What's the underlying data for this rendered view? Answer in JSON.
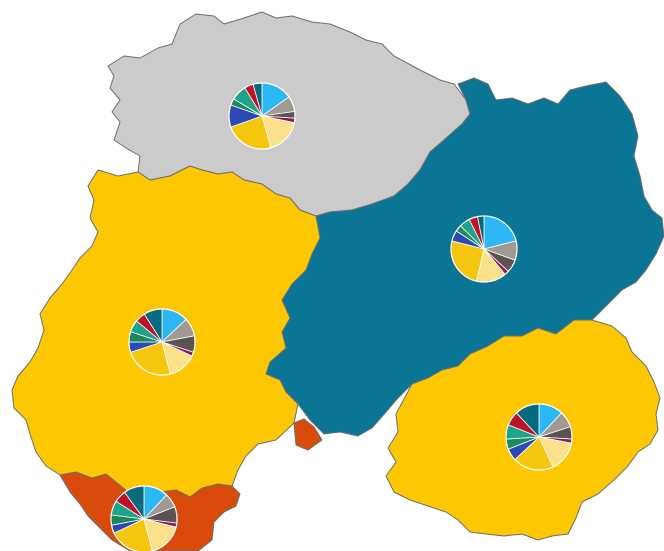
{
  "colors": {
    "gray_region": "#cbcbcb",
    "teal_region": "#0b7596",
    "gold_region": "#fdc702",
    "orange_region": "#d94b0b",
    "border": "#6e6e6e"
  },
  "regions": [
    {
      "id": "north",
      "name": "",
      "fill": "#cbcbcb"
    },
    {
      "id": "east",
      "name": "",
      "fill": "#0b7596"
    },
    {
      "id": "west",
      "name": "",
      "fill": "#fdc702"
    },
    {
      "id": "southeast",
      "name": "",
      "fill": "#fdc702"
    },
    {
      "id": "south",
      "name": "",
      "fill": "#d94b0b"
    }
  ],
  "pies": [
    {
      "id": "pie-north",
      "region": "north",
      "slices": [
        {
          "value": 14,
          "color": "#2db7f5"
        },
        {
          "value": 7,
          "color": "#a09a93"
        },
        {
          "value": 3,
          "color": "#5a5352"
        },
        {
          "value": 2,
          "color": "#8b1a5a"
        },
        {
          "value": 16,
          "color": "#fde08a"
        },
        {
          "value": 22,
          "color": "#f4c60e"
        },
        {
          "value": 10,
          "color": "#2b4ab5"
        },
        {
          "value": 3,
          "color": "#1b8a5b"
        },
        {
          "value": 7,
          "color": "#1fa38a"
        },
        {
          "value": 4,
          "color": "#c0112a"
        },
        {
          "value": 4,
          "color": "#066b7f"
        }
      ]
    },
    {
      "id": "pie-east",
      "region": "east",
      "slices": [
        {
          "value": 20,
          "color": "#2db7f5"
        },
        {
          "value": 9,
          "color": "#a09a93"
        },
        {
          "value": 6,
          "color": "#5a5352"
        },
        {
          "value": 2,
          "color": "#8b1a5a"
        },
        {
          "value": 14,
          "color": "#fde08a"
        },
        {
          "value": 24,
          "color": "#f4c60e"
        },
        {
          "value": 5,
          "color": "#2b4ab5"
        },
        {
          "value": 3,
          "color": "#1b8a5b"
        },
        {
          "value": 5,
          "color": "#1fa38a"
        },
        {
          "value": 4,
          "color": "#c0112a"
        },
        {
          "value": 3,
          "color": "#066b7f"
        }
      ]
    },
    {
      "id": "pie-west",
      "region": "west",
      "slices": [
        {
          "value": 13,
          "color": "#2db7f5"
        },
        {
          "value": 9,
          "color": "#a09a93"
        },
        {
          "value": 8,
          "color": "#5a5352"
        },
        {
          "value": 2,
          "color": "#8b1a5a"
        },
        {
          "value": 14,
          "color": "#fde08a"
        },
        {
          "value": 24,
          "color": "#f4c60e"
        },
        {
          "value": 5,
          "color": "#2b4ab5"
        },
        {
          "value": 5,
          "color": "#1b8a5b"
        },
        {
          "value": 6,
          "color": "#1fa38a"
        },
        {
          "value": 5,
          "color": "#c0112a"
        },
        {
          "value": 9,
          "color": "#066b7f"
        }
      ]
    },
    {
      "id": "pie-southeast",
      "region": "southeast",
      "slices": [
        {
          "value": 12,
          "color": "#2db7f5"
        },
        {
          "value": 8,
          "color": "#a09a93"
        },
        {
          "value": 6,
          "color": "#5a5352"
        },
        {
          "value": 2,
          "color": "#8b1a5a"
        },
        {
          "value": 15,
          "color": "#fde08a"
        },
        {
          "value": 20,
          "color": "#f4c60e"
        },
        {
          "value": 6,
          "color": "#2b4ab5"
        },
        {
          "value": 5,
          "color": "#1b8a5b"
        },
        {
          "value": 7,
          "color": "#1fa38a"
        },
        {
          "value": 7,
          "color": "#c0112a"
        },
        {
          "value": 12,
          "color": "#066b7f"
        }
      ]
    },
    {
      "id": "pie-south",
      "region": "south",
      "slices": [
        {
          "value": 12,
          "color": "#2db7f5"
        },
        {
          "value": 7,
          "color": "#a09a93"
        },
        {
          "value": 8,
          "color": "#5a5352"
        },
        {
          "value": 2,
          "color": "#8b1a5a"
        },
        {
          "value": 17,
          "color": "#fde08a"
        },
        {
          "value": 22,
          "color": "#f4c60e"
        },
        {
          "value": 4,
          "color": "#2b4ab5"
        },
        {
          "value": 5,
          "color": "#1b8a5b"
        },
        {
          "value": 7,
          "color": "#1fa38a"
        },
        {
          "value": 6,
          "color": "#c0112a"
        },
        {
          "value": 10,
          "color": "#066b7f"
        }
      ]
    }
  ]
}
